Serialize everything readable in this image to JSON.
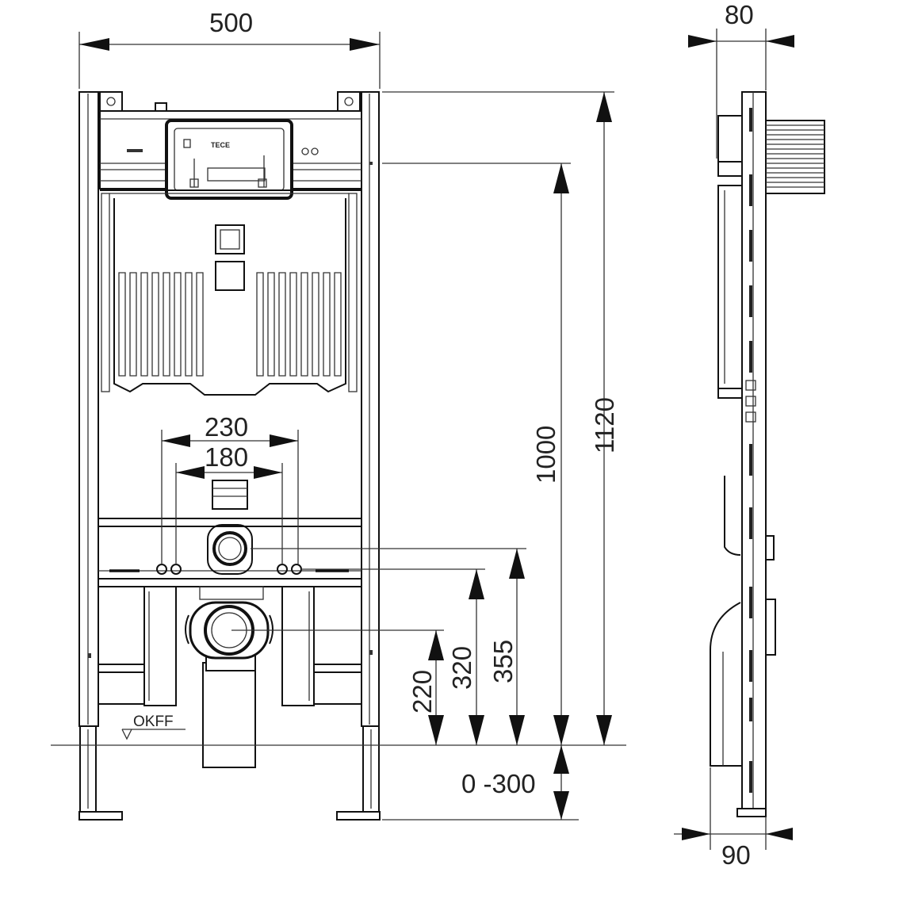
{
  "dimensions": {
    "width_front": "500",
    "depth_top": "80",
    "depth_bottom": "90",
    "pan_connection_outer": "230",
    "pan_connection_inner": "180",
    "height_frame": "1120",
    "height_actuator": "1000",
    "height_inlet": "355",
    "height_studs": "320",
    "height_outlet": "220",
    "leg_adjustment": "0 -300"
  },
  "floor_label": "OKFF",
  "cistern_brand": "TECE"
}
